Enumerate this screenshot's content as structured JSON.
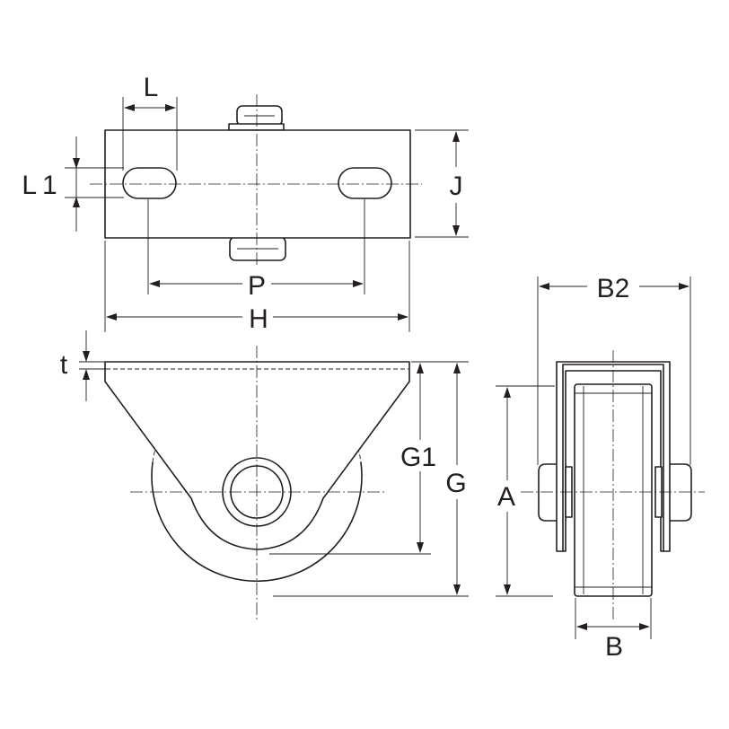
{
  "dimensions": {
    "L": "L",
    "L1": "L1",
    "J": "J",
    "P": "P",
    "H": "H",
    "t": "t",
    "G1": "G1",
    "G": "G",
    "A": "A",
    "B2": "B2",
    "B": "B"
  },
  "colors": {
    "line": "#231f20",
    "background": "#ffffff"
  }
}
